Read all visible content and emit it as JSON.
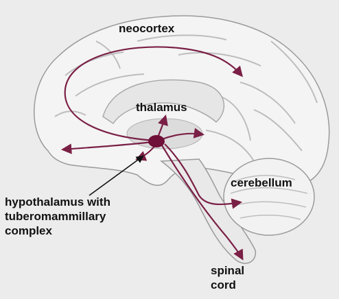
{
  "diagram": {
    "labels": {
      "neocortex": "neocortex",
      "thalamus": "thalamus",
      "cerebellum": "cerebellum",
      "hypothalamus": [
        "hypothalamus with",
        "tuberomammillary",
        "complex"
      ],
      "spinal_cord": [
        "spinal",
        "cord"
      ]
    },
    "colors": {
      "background": "#ececec",
      "brain": "#f4f4f4",
      "brain_outline": "#9a9a9a",
      "gyri": "#bdbdbd",
      "pathway": "#7a1f45",
      "nucleus": "#6e1038",
      "pointer": "#111111"
    }
  }
}
